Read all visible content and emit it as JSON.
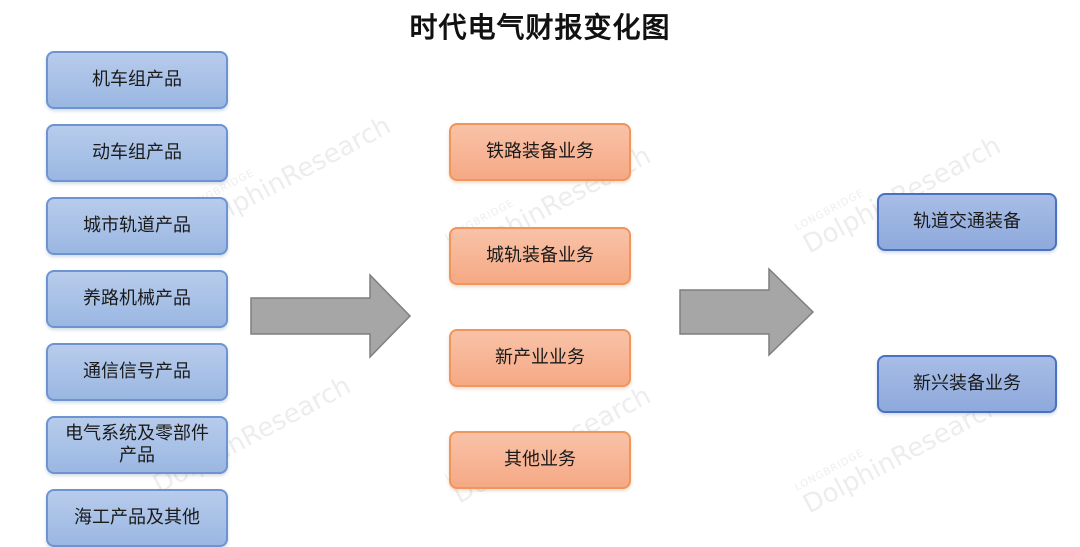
{
  "title": "时代电气财报变化图",
  "columns": {
    "products": [
      {
        "label": "机车组产品"
      },
      {
        "label": "动车组产品"
      },
      {
        "label": "城市轨道产品"
      },
      {
        "label": "养路机械产品"
      },
      {
        "label": "通信信号产品"
      },
      {
        "label": "电气系统及零部件产品"
      },
      {
        "label": "海工产品及其他"
      }
    ],
    "businesses": [
      {
        "label": "铁路装备业务"
      },
      {
        "label": "城轨装备业务"
      },
      {
        "label": "新产业业务"
      },
      {
        "label": "其他业务"
      }
    ],
    "segments": [
      {
        "label": "轨道交通装备"
      },
      {
        "label": "新兴装备业务"
      }
    ]
  },
  "arrows": [
    {
      "from": "products",
      "to": "businesses"
    },
    {
      "from": "businesses",
      "to": "segments"
    }
  ],
  "watermark": {
    "line1": "LONGBRIDGE",
    "line2": "DolphinResearch"
  },
  "colors": {
    "blue_fill": "#a9c1e8",
    "blue_border": "#6d93d1",
    "orange_fill": "#f7b594",
    "orange_border": "#f0955c",
    "arrow_fill": "#a6a6a6",
    "arrow_border": "#7f7f7f"
  }
}
